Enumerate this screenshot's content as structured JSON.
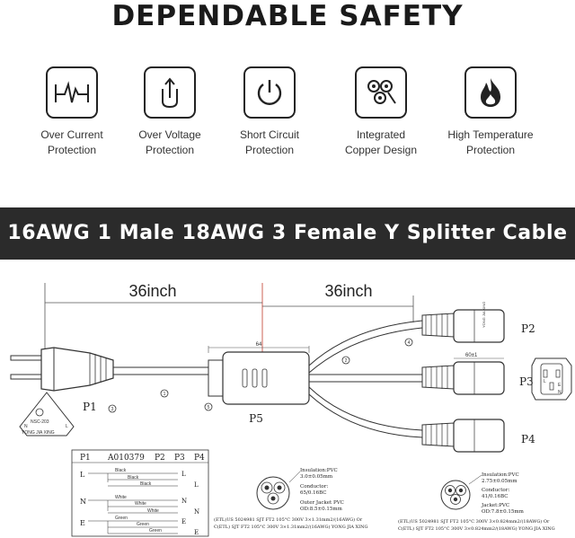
{
  "headline": "DEPENDABLE SAFETY",
  "features": [
    {
      "icon": "pulse-icon",
      "line1": "Over Current",
      "line2": "Protection"
    },
    {
      "icon": "plug-arrow-icon",
      "line1": "Over Voltage",
      "line2": "Protection"
    },
    {
      "icon": "power-icon",
      "line1": "Short Circuit",
      "line2": "Protection"
    },
    {
      "icon": "copper-wires-icon",
      "line1": "Integrated",
      "line2": "Copper Design"
    },
    {
      "icon": "flame-icon",
      "line1": "High Temperature",
      "line2": "Protection"
    }
  ],
  "banner": "16AWG 1 Male 18AWG 3 Female Y Splitter Cable",
  "diagram": {
    "length_left": "36inch",
    "length_right": "36inch",
    "dim_small_1": "64",
    "dim_small_2": "60±1",
    "callouts": [
      "1",
      "2",
      "3",
      "4",
      "5"
    ],
    "labels": {
      "p1": "P1",
      "p2": "P2",
      "p3": "P3",
      "p4": "P4",
      "p5": "P5"
    },
    "plug_marks": [
      "NSC-203",
      "YONG JIA XING",
      "N",
      "L"
    ],
    "connector_mark": "YONG JIA XING",
    "inlet_pins": [
      "L",
      "E",
      "N"
    ],
    "wiring_table": {
      "headers": [
        "P1",
        "A010379",
        "P2",
        "P3",
        "P4"
      ],
      "rows": [
        {
          "left": "L",
          "wires": [
            "Black",
            "Black",
            "Black"
          ],
          "right": "L"
        },
        {
          "left": "N",
          "wires": [
            "White",
            "White",
            "White"
          ],
          "right": "N"
        },
        {
          "left": "E",
          "wires": [
            "Green",
            "Green",
            "Green"
          ],
          "right": "E"
        }
      ],
      "right_col": [
        "L",
        "L",
        "N",
        "N",
        "E",
        "E"
      ]
    },
    "spec_left": {
      "insulation": "Insulation:PVC",
      "insulation_val": "3.0±0.05mm",
      "conductor": "Conductor:",
      "conductor_val": "65/0.16BC",
      "jacket": "Outer Jacket PVC",
      "jacket_val": "OD:8.5±0.15mm",
      "line1": "(ETL)US 5024981 SJT FT2 105°C 300V 3×1.31mm2/(16AWG) Or",
      "line2": "C(ETL) SJT FT2 105°C 300V 3×1.31mm2/(16AWG) YONG JIA XING"
    },
    "spec_right": {
      "insulation": "Insulation:PVC",
      "insulation_val": "2.75±0.05mm",
      "conductor": "Conductor:",
      "conductor_val": "41/0.16BC",
      "jacket": "Jacket:PVC",
      "jacket_val": "OD:7.8±0.15mm",
      "line1": "(ETL)US 5024981 SJT FT2 105°C 300V 3×0.824mm2/(18AWG) Or",
      "line2": "C(ETL) SJT FT2 105°C 300V 3×0.824mm2/(18AWG) YONG JIA XING"
    }
  }
}
